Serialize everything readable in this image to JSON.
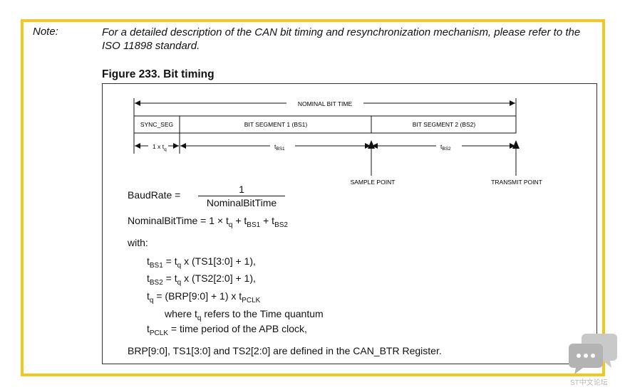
{
  "note": {
    "label": "Note:",
    "text": "For a detailed description of the CAN bit timing and resynchronization mechanism, please refer to the ISO 11898 standard."
  },
  "figure": {
    "title": "Figure 233. Bit timing",
    "nominal_bit_time": "NOMINAL BIT TIME",
    "sync_seg": "SYNC_SEG",
    "bs1": "BIT SEGMENT 1 (BS1)",
    "bs2": "BIT SEGMENT 2 (BS2)",
    "tq_label_a": "1 x t",
    "tq_label_sub": "q",
    "tbs1_main": "t",
    "tbs1_sub": "BS1",
    "tbs2_main": "t",
    "tbs2_sub": "BS2",
    "sample_point": "SAMPLE POINT",
    "transmit_point": "TRANSMIT POINT"
  },
  "formulas": {
    "baud_lhs": "BaudRate  =",
    "baud_num": "1",
    "baud_den": "NominalBitTime",
    "nbt_lhs": "NominalBitTime  =  1 × t",
    "nbt_q": "q",
    "nbt_plus1": " + t",
    "nbt_bs1": "BS1",
    "nbt_plus2": " + t",
    "nbt_bs2": "BS2",
    "with": "with:",
    "l1_t": "t",
    "l1_sub": "BS1",
    "l1_rest_a": " = t",
    "l1_q": "q",
    "l1_rest_b": " x (TS1[3:0] + 1),",
    "l2_t": "t",
    "l2_sub": "BS2",
    "l2_rest_a": " = t",
    "l2_q": "q",
    "l2_rest_b": " x (TS2[2:0] + 1),",
    "l3_t": "t",
    "l3_q": "q",
    "l3_rest_a": " = (BRP[9:0] + 1) x t",
    "l3_sub": "PCLK",
    "l4_a": "where t",
    "l4_q": "q",
    "l4_b": " refers to the Time quantum",
    "l5_t": "t",
    "l5_sub": "PCLK",
    "l5_rest": " = time period of the APB clock,",
    "footer": "BRP[9:0], TS1[3:0] and TS2[2:0] are defined in the CAN_BTR Register."
  },
  "watermark": {
    "text": "ST中文论坛",
    "icon": "chat-bubbles-icon"
  },
  "colors": {
    "frame": "#f7c520"
  }
}
